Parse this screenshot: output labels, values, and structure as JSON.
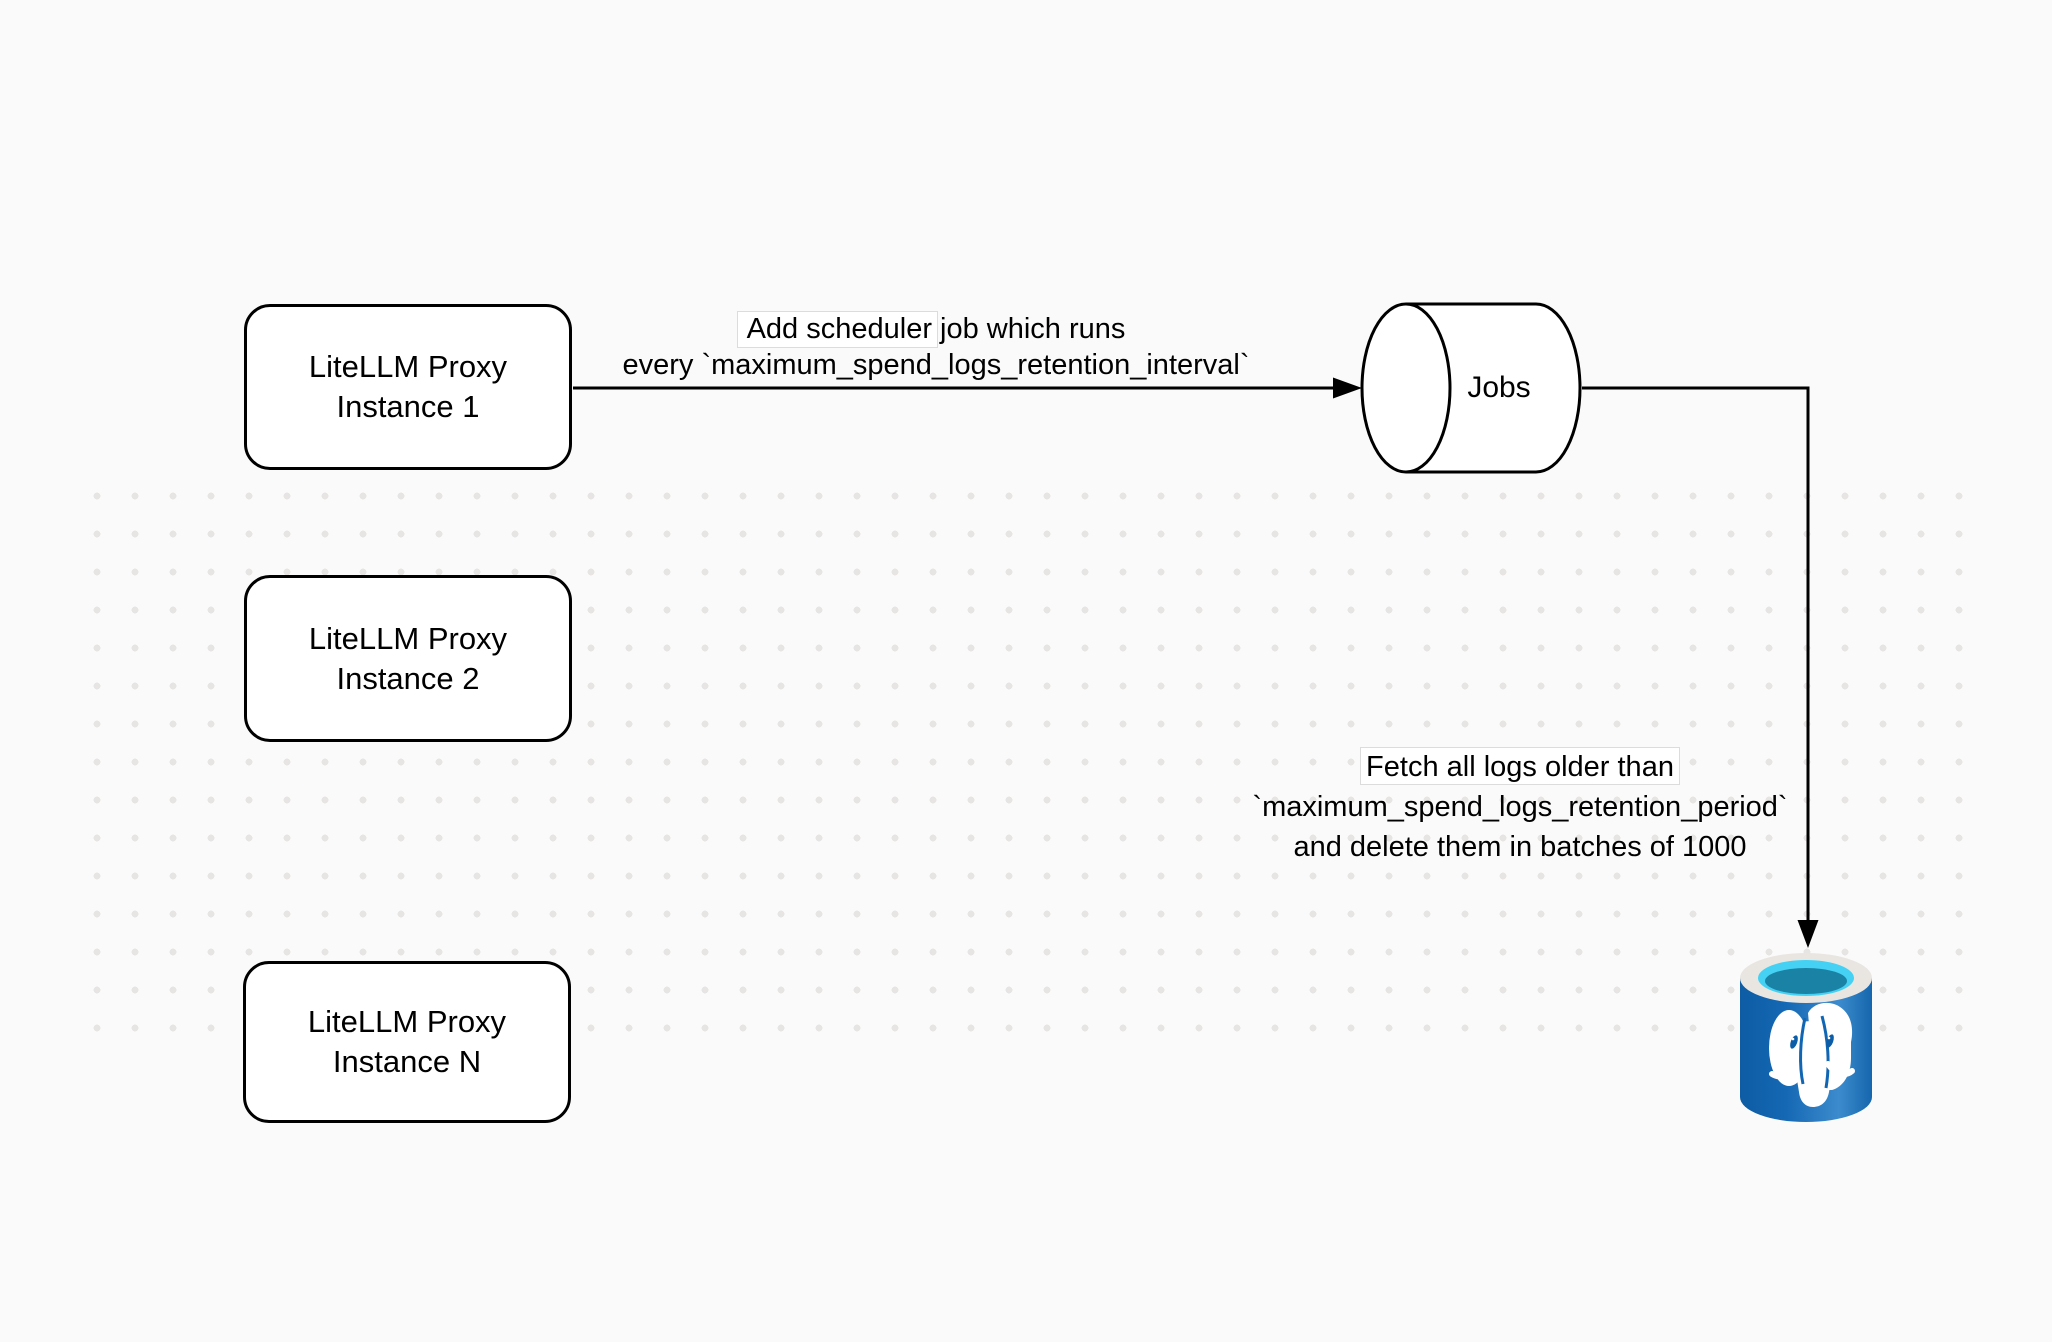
{
  "diagram": {
    "nodes": {
      "instances": [
        {
          "line1": "LiteLLM Proxy",
          "line2": "Instance 1"
        },
        {
          "line1": "LiteLLM Proxy",
          "line2": "Instance 2"
        },
        {
          "line1": "LiteLLM Proxy",
          "line2": "Instance N"
        }
      ],
      "jobs": {
        "label": "Jobs",
        "shape": "horizontal-cylinder"
      },
      "database": {
        "icon": "postgresql-database-icon"
      }
    },
    "edges": {
      "add_scheduler": {
        "line1": "Add scheduler job which runs",
        "line2": "every `maximum_spend_logs_retention_interval`"
      },
      "fetch_delete": {
        "line1": "Fetch all logs older than",
        "line2": "`maximum_spend_logs_retention_period`",
        "line3": "and delete them in batches of 1000"
      }
    },
    "colors": {
      "canvas_bg": "#fbfafa",
      "grid_dot": "#e7e5e3",
      "stroke": "#000000",
      "node_fill": "#ffffff",
      "postgres_body_dark": "#0d5ca4",
      "postgres_body": "#1568b4",
      "postgres_body_light": "#3c8bcd",
      "postgres_rim": "#e9e6e2",
      "postgres_water_light": "#45d1f3",
      "postgres_water_dark": "#1a82a4",
      "elephant": "#ffffff"
    }
  }
}
